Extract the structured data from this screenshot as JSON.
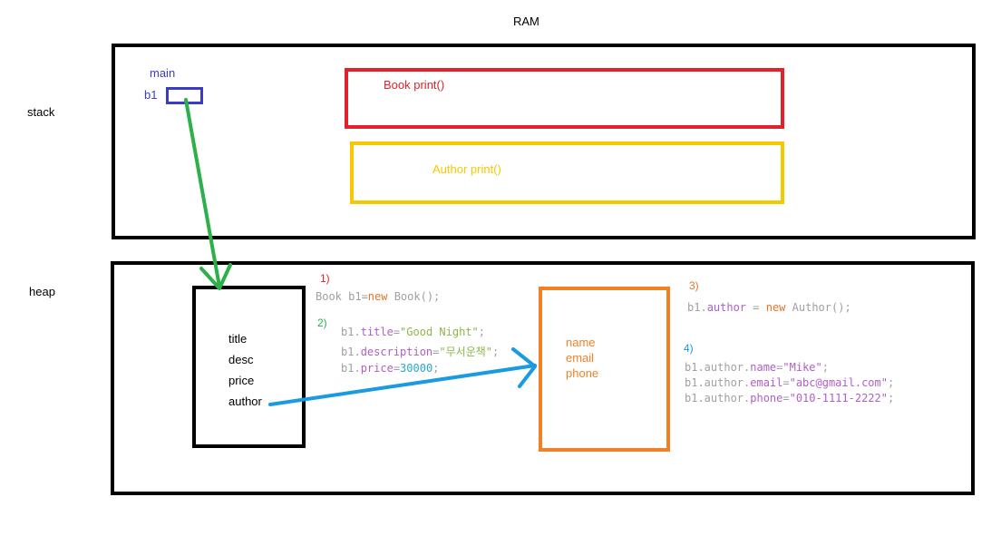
{
  "title": "RAM",
  "regions": {
    "stack": "stack",
    "heap": "heap"
  },
  "stack": {
    "frame": "main",
    "var": "b1",
    "book_frame": "Book print()",
    "author_frame": "Author print()"
  },
  "book_object": {
    "fields": [
      "title",
      "desc",
      "price",
      "author"
    ]
  },
  "author_object": {
    "fields": [
      "name",
      "email",
      "phone"
    ]
  },
  "steps": {
    "s1": {
      "num": "1)",
      "line": [
        "Book b1=",
        "new",
        " Book();"
      ]
    },
    "s2": {
      "num": "2)",
      "lines": [
        [
          "b1.",
          "title",
          "=",
          "\"Good Night\"",
          ";"
        ],
        [
          "b1.",
          "description",
          "=",
          "\"무서운책\"",
          ";"
        ],
        [
          "b1.",
          "price",
          "=",
          "30000",
          ";"
        ]
      ]
    },
    "s3": {
      "num": "3)",
      "line": [
        "b1.",
        "author",
        " = ",
        "new",
        " Author();"
      ]
    },
    "s4": {
      "num": "4)",
      "lines": [
        [
          "b1.author.",
          "name",
          "=",
          "\"Mike\"",
          ";"
        ],
        [
          "b1.author.",
          "email",
          "=",
          "\"abc@gmail.com\"",
          ";"
        ],
        [
          "b1.author.",
          "phone",
          "=",
          "\"010-1111-2222\"",
          ";"
        ]
      ]
    }
  },
  "colors": {
    "black": "#000000",
    "blue_var": "#3b3bc4",
    "red": "#e3212a",
    "yellow": "#f5c800",
    "orange": "#f28126",
    "green": "#2bb04a",
    "cyan": "#1a9be0",
    "step1": "#e3212a",
    "step2": "#2bb04a",
    "step3": "#e8732a",
    "step4": "#1a9be0"
  }
}
